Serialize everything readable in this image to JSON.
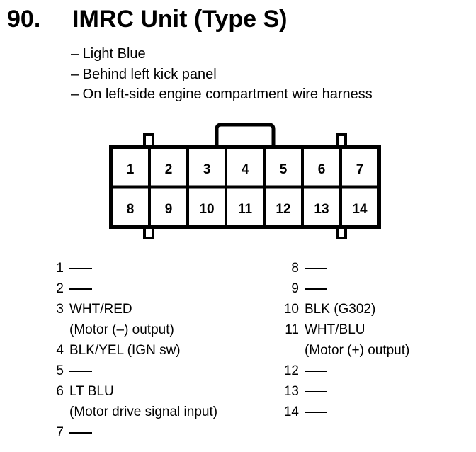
{
  "header": {
    "number": "90.",
    "title": "IMRC Unit (Type S)"
  },
  "notes": [
    "– Light Blue",
    "– Behind left kick panel",
    "– On left-side engine compartment wire harness"
  ],
  "connector": {
    "top_row": [
      "1",
      "2",
      "3",
      "4",
      "5",
      "6",
      "7"
    ],
    "bottom_row": [
      "8",
      "9",
      "10",
      "11",
      "12",
      "13",
      "14"
    ]
  },
  "pins_left": [
    {
      "num": "1",
      "wire": "",
      "desc": ""
    },
    {
      "num": "2",
      "wire": "",
      "desc": ""
    },
    {
      "num": "3",
      "wire": "WHT/RED",
      "desc": "(Motor (–) output)"
    },
    {
      "num": "4",
      "wire": "BLK/YEL (IGN sw)",
      "desc": ""
    },
    {
      "num": "5",
      "wire": "",
      "desc": ""
    },
    {
      "num": "6",
      "wire": "LT BLU",
      "desc": "(Motor drive signal input)"
    },
    {
      "num": "7",
      "wire": "",
      "desc": ""
    }
  ],
  "pins_right": [
    {
      "num": "8",
      "wire": "",
      "desc": ""
    },
    {
      "num": "9",
      "wire": "",
      "desc": ""
    },
    {
      "num": "10",
      "wire": "BLK (G302)",
      "desc": ""
    },
    {
      "num": "11",
      "wire": "WHT/BLU",
      "desc": "(Motor (+) output)"
    },
    {
      "num": "12",
      "wire": "",
      "desc": ""
    },
    {
      "num": "13",
      "wire": "",
      "desc": ""
    },
    {
      "num": "14",
      "wire": "",
      "desc": ""
    }
  ]
}
